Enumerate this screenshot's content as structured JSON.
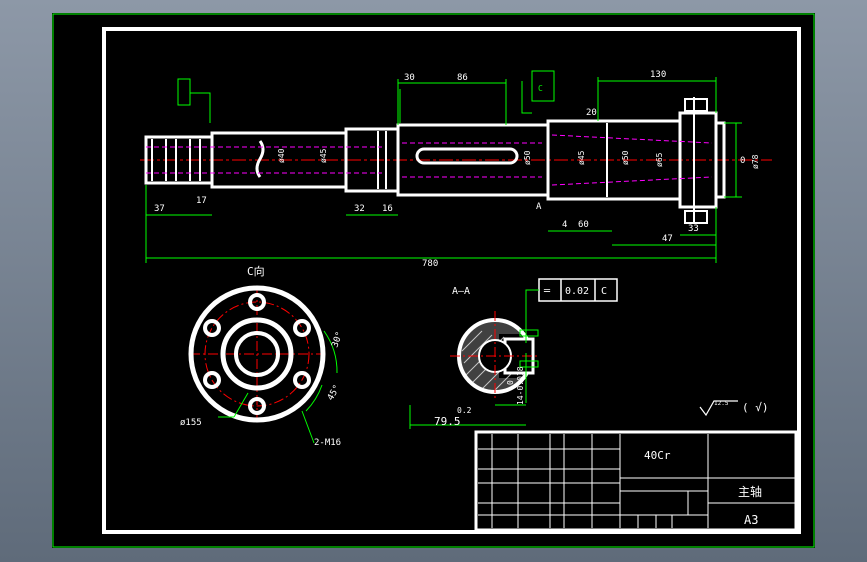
{
  "colors": {
    "viewport_background": "#000000",
    "border": "#ffffff",
    "dimension": "#00ff00",
    "centerline": "#ff0000",
    "hidden": "#ff00ff",
    "frame_outer": "#00ff00"
  },
  "shaft_view": {
    "overall_length": "780",
    "dims": {
      "d30": "30",
      "d86": "86",
      "d130": "130",
      "d20": "20",
      "d37": "37",
      "d17": "17",
      "d32": "32",
      "d16": "16",
      "d4": "4",
      "d47": "47",
      "d33": "33",
      "d60": "60",
      "d0": "0"
    },
    "diameters": {
      "d40": "ø40",
      "d45": "ø45",
      "d50": "ø50",
      "d65": "ø65",
      "d78": "ø78",
      "d45b": "ø45",
      "d50b": "ø50"
    },
    "section_tag": "A",
    "gdt_tag": "C"
  },
  "view_c": {
    "title": "C向",
    "diameter_label": "ø155",
    "holes_label": "2-M16",
    "angle_1": "30°",
    "angle_2": "45°"
  },
  "view_aa": {
    "title": "A—A",
    "tolerance_frame": {
      "symbol": "═",
      "value": "0.02",
      "datum": "C"
    },
    "dim_bottom": "79.5",
    "dim_bottom_tol": "0.2",
    "dim_vertical_top": "0",
    "dim_vertical_bottom": "14-0.018"
  },
  "surface_finish": {
    "value": "12.5",
    "suffix": "( √)"
  },
  "title_block": {
    "material": "40Cr",
    "part_name": "主轴",
    "sheet_size": "A3"
  }
}
